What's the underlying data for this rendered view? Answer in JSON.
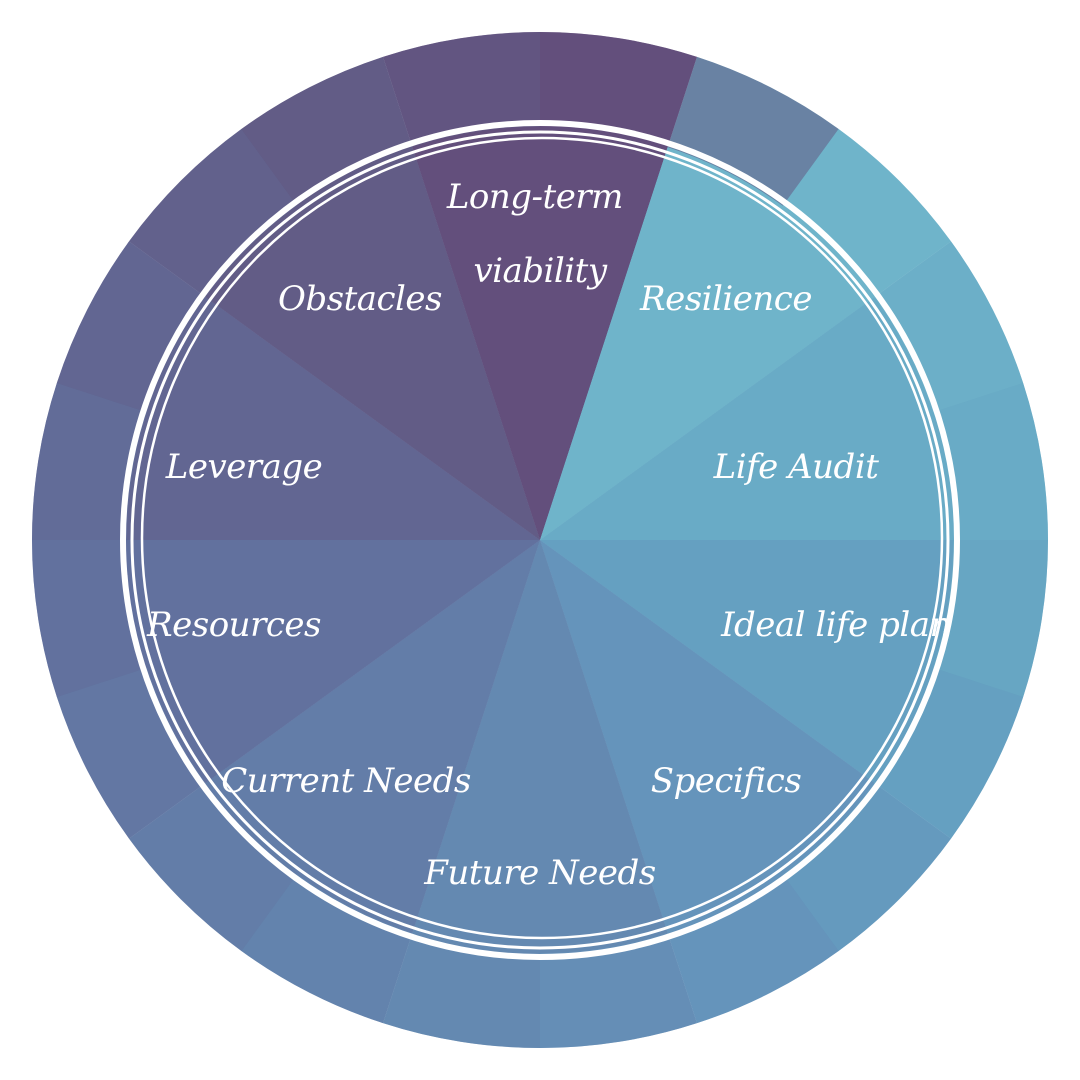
{
  "diagram": {
    "segments": [
      {
        "label_lines": [
          "Long-term",
          "viability"
        ],
        "color": "#634f7c"
      },
      {
        "label_lines": [
          "Resilience"
        ],
        "color": "#6fb4ca"
      },
      {
        "label_lines": [
          "Life Audit"
        ],
        "color": "#69abc6"
      },
      {
        "label_lines": [
          "Ideal life plan"
        ],
        "color": "#65a0c1"
      },
      {
        "label_lines": [
          "Specifics"
        ],
        "color": "#6594bb"
      },
      {
        "label_lines": [
          "Future Needs"
        ],
        "color": "#6489b1"
      },
      {
        "label_lines": [
          "Current Needs"
        ],
        "color": "#637da8"
      },
      {
        "label_lines": [
          "Resources"
        ],
        "color": "#62719e"
      },
      {
        "label_lines": [
          "Leverage"
        ],
        "color": "#626692"
      },
      {
        "label_lines": [
          "Obstacles"
        ],
        "color": "#625c86"
      }
    ],
    "ring_color": "#ffffff",
    "background_color": "#ffffff"
  }
}
